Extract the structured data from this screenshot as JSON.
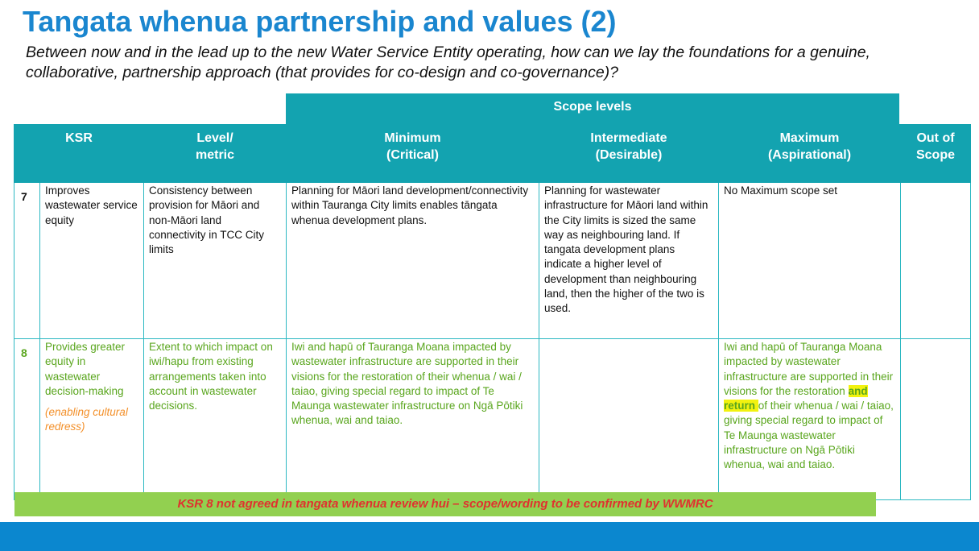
{
  "title": "Tangata whenua partnership and values (2)",
  "subtitle": "Between now and in the lead up to the new Water Service Entity operating, how can we lay the foundations for a genuine, collaborative, partnership approach (that provides for co-design and co-governance)?",
  "scope_band": "Scope levels",
  "headers": {
    "ksr": "KSR",
    "level_1": "Level/",
    "level_2": "metric",
    "min_1": "Minimum",
    "min_2": "(Critical)",
    "int_1": "Intermediate",
    "int_2": "(Desirable)",
    "max_1": "Maximum",
    "max_2": "(Aspirational)",
    "out_1": "Out of",
    "out_2": "Scope"
  },
  "rows": [
    {
      "num": "7",
      "ksr": "Improves wastewater service equity",
      "metric": "Consistency between provision for Māori and non-Māori land connectivity in TCC City limits",
      "minimum": "Planning for Māori land development/connectivity within Tauranga City limits enables tāngata whenua development plans.",
      "intermediate": "Planning for wastewater infrastructure for Māori land within the City limits is sized the same way as neighbouring land.  If tangata development plans indicate a higher level of development than neighbouring land, then the higher of the two is used.",
      "maximum": "No Maximum scope set",
      "out": ""
    },
    {
      "num": "8",
      "ksr": "Provides greater equity in wastewater decision-making",
      "ksr_note": "(enabling cultural redress)",
      "metric": "Extent to which impact on iwi/hapu from existing arrangements taken into account in wastewater decisions.",
      "minimum": "Iwi and hapū of Tauranga Moana impacted by wastewater infrastructure are supported in their visions for the restoration of their whenua / wai / taiao, giving special regard to impact of Te Maunga wastewater infrastructure on Ngā Pōtiki whenua, wai and taiao.",
      "intermediate": "",
      "maximum_a": "Iwi and hapū of Tauranga Moana impacted by wastewater infrastructure are supported in their visions for the restoration ",
      "maximum_hl": "and return ",
      "maximum_b": "of their whenua / wai / taiao, giving special regard to impact of Te Maunga wastewater infrastructure on Ngā Pōtiki whenua, wai and taiao.",
      "out": ""
    }
  ],
  "banner": "KSR 8 not agreed in tangata whenua review hui – scope/wording to be confirmed by WWMRC",
  "colors": {
    "title": "#1a86cf",
    "header_teal": "#13a3b0",
    "row8_green": "#5aa61e",
    "note_orange": "#f3902a",
    "banner_green": "#92d050",
    "banner_text_red": "#e0312f",
    "footer_blue": "#0b87cf",
    "highlight_yellow": "#f2f20f"
  }
}
